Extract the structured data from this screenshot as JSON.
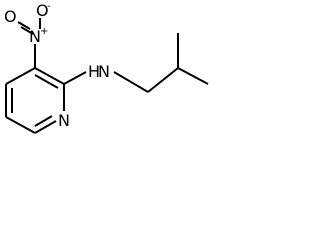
{
  "molecule": {
    "atoms": {
      "nitro_o_top": {
        "symbol": "O",
        "charge": "-"
      },
      "nitro_n": {
        "symbol": "N",
        "charge": "+"
      },
      "nitro_o_left": {
        "symbol": "O"
      },
      "amine_n": {
        "symbol": "N"
      },
      "amine_h": {
        "symbol": "H"
      },
      "ring_n": {
        "symbol": "N"
      }
    }
  }
}
